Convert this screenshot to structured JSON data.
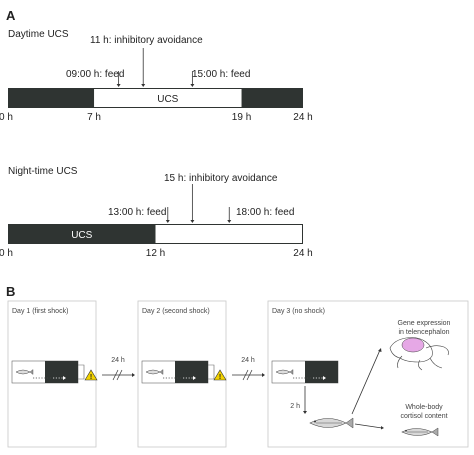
{
  "panelA": {
    "letter": "A",
    "daytime": {
      "title": "Daytime UCS",
      "avoidance": "11 h: inhibitory avoidance",
      "feed1": "09:00 h: feed",
      "feed2": "15:00 h: feed",
      "ucs": "UCS",
      "ticks": [
        "0 h",
        "7 h",
        "19 h",
        "24 h"
      ],
      "tick_hours": [
        0,
        7,
        19,
        24
      ],
      "ucs_range_hours": [
        7,
        19
      ],
      "avoidance_hour": 11,
      "feed_hours": [
        9,
        15
      ]
    },
    "nighttime": {
      "title": "Night-time UCS",
      "avoidance": "15 h: inhibitory avoidance",
      "feed1": "13:00 h: feed",
      "feed2": "18:00 h: feed",
      "ucs": "UCS",
      "ticks": [
        "0 h",
        "12 h",
        "24 h"
      ],
      "tick_hours": [
        0,
        12,
        24
      ],
      "ucs_range_hours": [
        0,
        12
      ],
      "avoidance_hour": 15,
      "feed_hours": [
        13,
        18
      ]
    }
  },
  "panelB": {
    "letter": "B",
    "day1": "Day 1 (first shock)",
    "day2": "Day 2 (second shock)",
    "day3": "Day 3 (no shock)",
    "interval1": "24 h",
    "interval2": "24 h",
    "interval3": "2 h",
    "gene_expression_line1": "Gene expression",
    "gene_expression_line2": "in telencephalon",
    "cortisol_line1": "Whole-body",
    "cortisol_line2": "cortisol content"
  },
  "colors": {
    "dark_bar": "#2f3432",
    "brain_highlight": "#e6a8e6",
    "warning": "#f2d200"
  }
}
